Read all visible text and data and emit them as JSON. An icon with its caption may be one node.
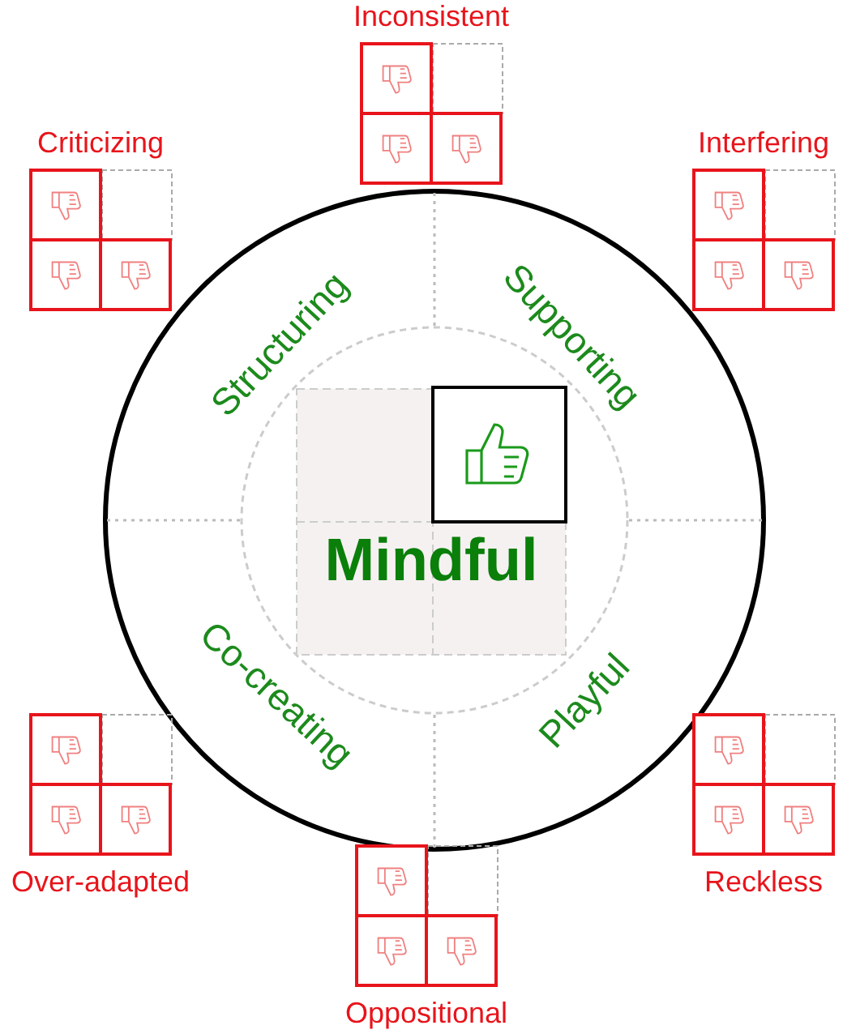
{
  "diagram": {
    "nodes": [
      {
        "text": [
          "Inconsistent"
        ]
      },
      {
        "text": [
          "Criticizing"
        ]
      },
      {
        "text": [
          "Interfering"
        ]
      },
      {
        "text": [
          "Over-adapted"
        ]
      },
      {
        "text": [
          "Reckless"
        ]
      },
      {
        "text": [
          "Oppositional"
        ]
      },
      {
        "text": [
          "Mindful"
        ]
      }
    ],
    "labels": [
      "Structuring",
      "Supporting",
      "Co-creating",
      "Playful"
    ]
  }
}
